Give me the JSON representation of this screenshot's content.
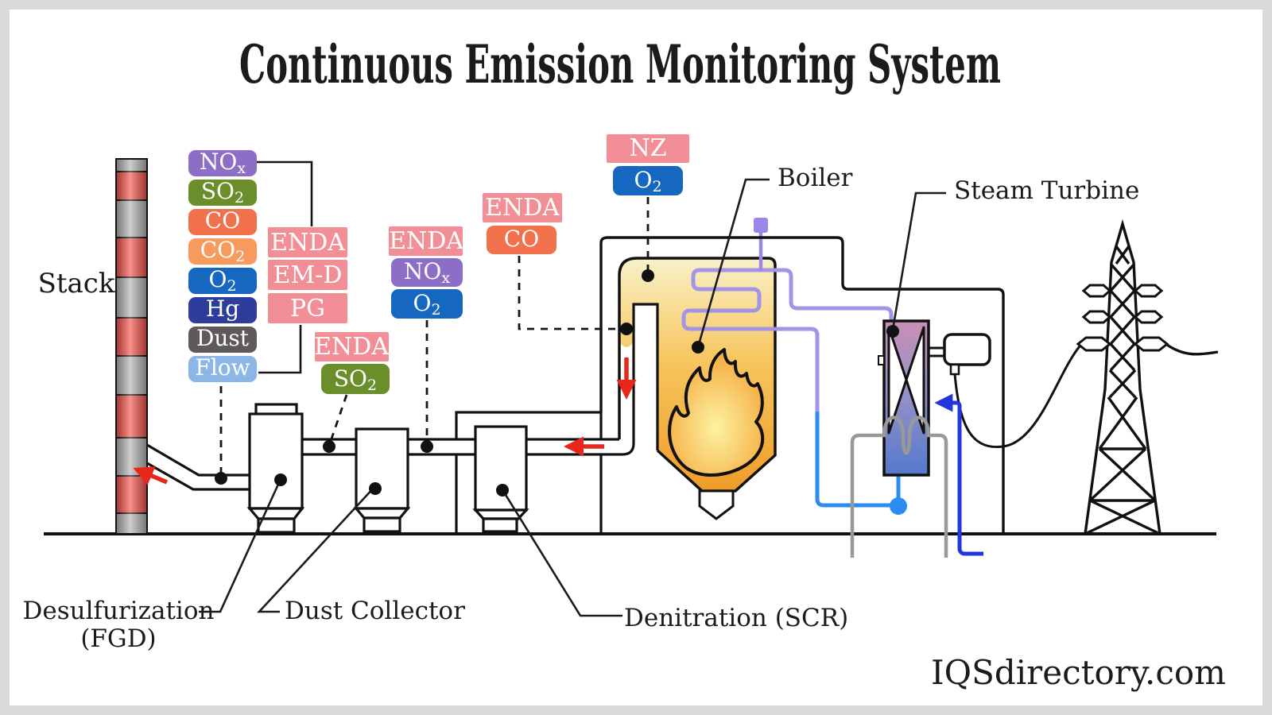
{
  "title": "Continuous Emission Monitoring System",
  "watermark": "IQSdirectory.com",
  "stack_label": "Stack",
  "colors": {
    "analyzer_pink": "#f28e96",
    "stack_red": "#f4554e",
    "stack_gray": "#b4b4b4",
    "arrow_red": "#e8271b",
    "steam_purple": "#a394e6",
    "sensor_purple": "#9b87e8",
    "condensate_blue": "#2b8df2",
    "cooling_blue": "#2336db",
    "pipe_gray": "#999999"
  },
  "pollutant_column": [
    {
      "text": "NO",
      "sub": "x",
      "color": "#8d6ec7"
    },
    {
      "text": "SO",
      "sub": "2",
      "color": "#6a8f2a"
    },
    {
      "text": "CO",
      "sub": "",
      "color": "#f2714d"
    },
    {
      "text": "CO",
      "sub": "2",
      "color": "#f79a5e"
    },
    {
      "text": "O",
      "sub": "2",
      "color": "#1667c0"
    },
    {
      "text": "Hg",
      "sub": "",
      "color": "#2e3d9b"
    },
    {
      "text": "Dust",
      "sub": "",
      "color": "#5e5a5b"
    },
    {
      "text": "Flow",
      "sub": "",
      "color": "#8cb6e8"
    }
  ],
  "analyzers": {
    "stack": {
      "items": [
        "ENDA",
        "EM-D",
        "PG"
      ]
    },
    "scr": {
      "enda": "ENDA",
      "nox": {
        "text": "NO",
        "sub": "x",
        "color": "#8d6ec7"
      },
      "o2": {
        "text": "O",
        "sub": "2",
        "color": "#1667c0"
      }
    },
    "so2": {
      "enda": "ENDA",
      "so2": {
        "text": "SO",
        "sub": "2",
        "color": "#6a8f2a"
      }
    },
    "co": {
      "enda": "ENDA",
      "co": {
        "text": "CO",
        "color": "#f2714d"
      }
    },
    "nz": {
      "nz": "NZ",
      "o2": {
        "text": "O",
        "sub": "2",
        "color": "#1667c0"
      }
    }
  },
  "labels": {
    "boiler": "Boiler",
    "steam_turbine": "Steam Turbine",
    "desulfurization": "Desulfurization",
    "desulfurization2": "(FGD)",
    "dust_collector": "Dust Collector",
    "denitration": "Denitration (SCR)"
  }
}
